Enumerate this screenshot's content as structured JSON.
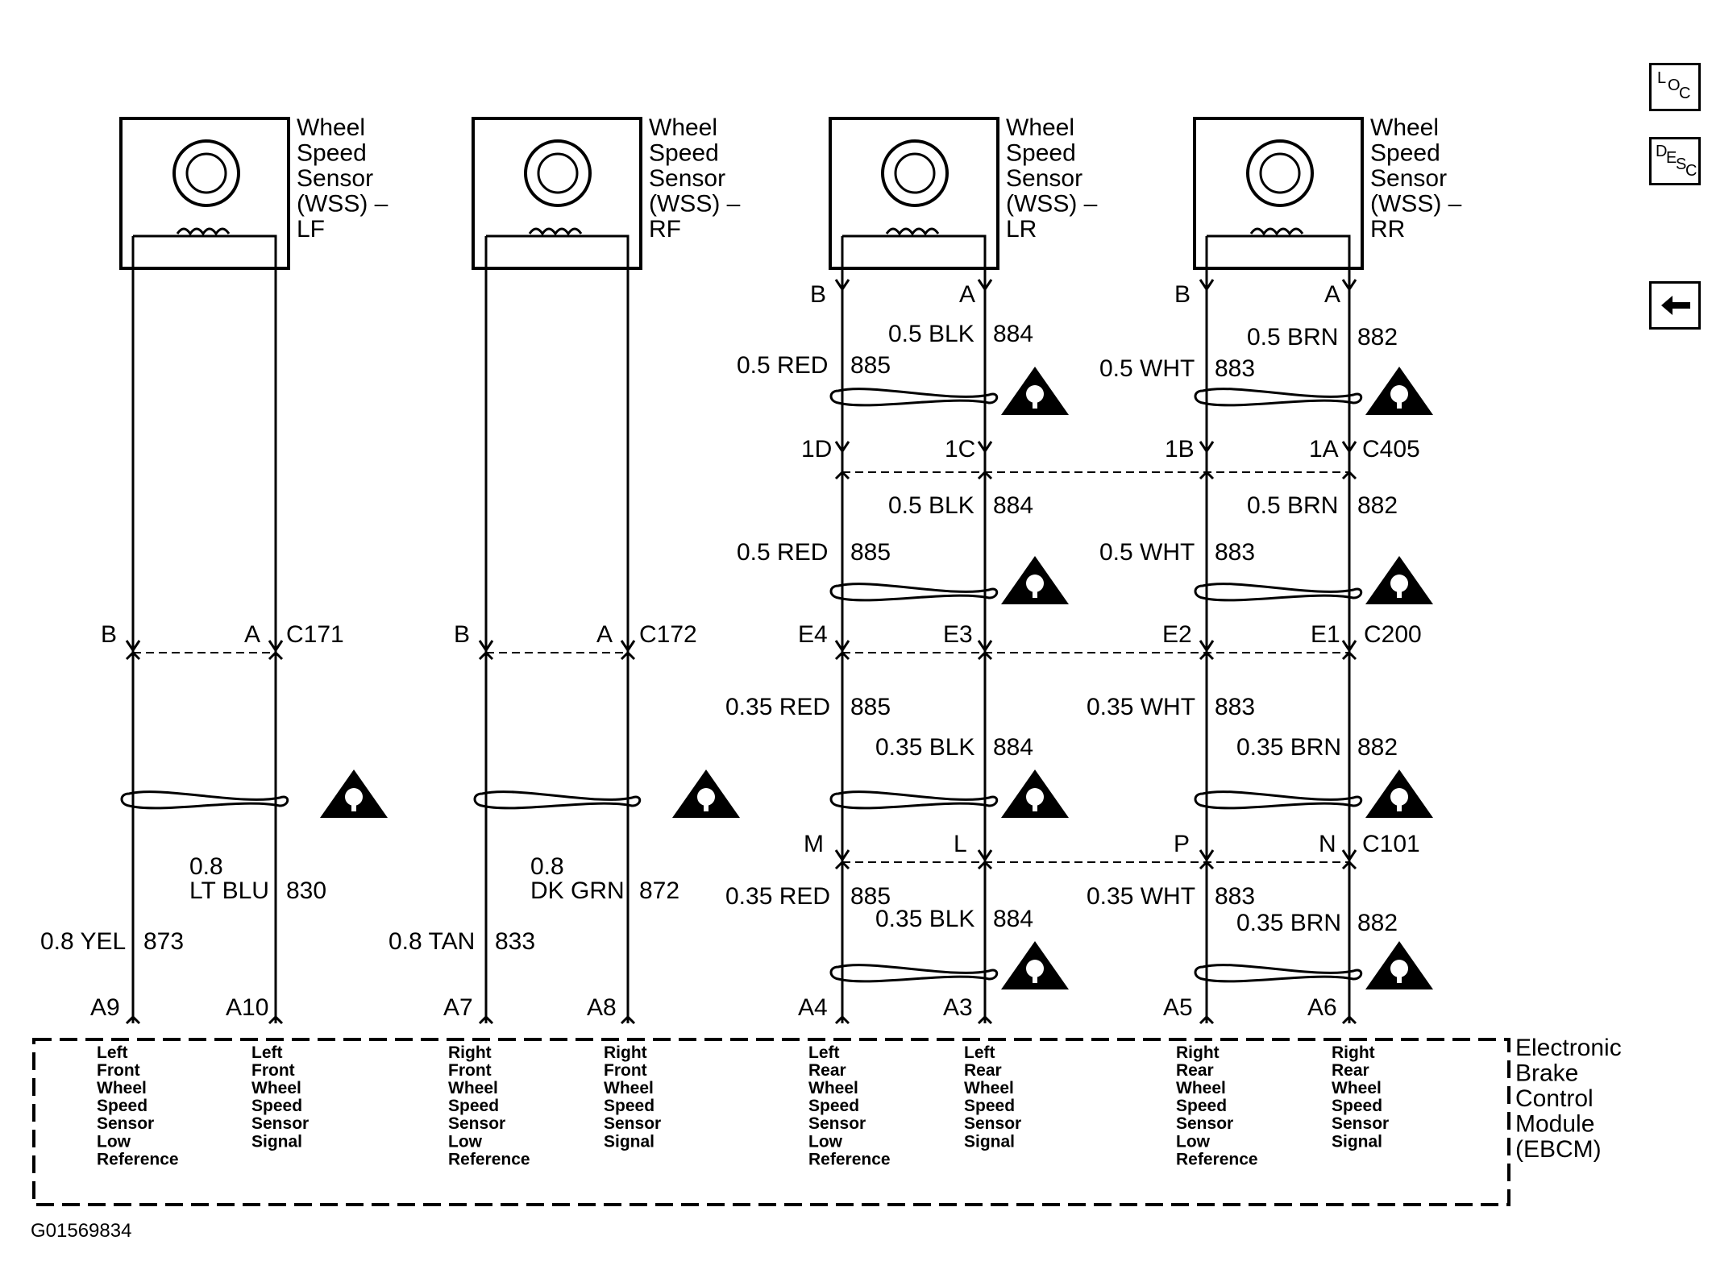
{
  "sensors": [
    {
      "label": "Wheel\nSpeed\nSensor\n(WSS) –\nLF"
    },
    {
      "label": "Wheel\nSpeed\nSensor\n(WSS) –\nRF"
    },
    {
      "label": "Wheel\nSpeed\nSensor\n(WSS) –\nLR"
    },
    {
      "label": "Wheel\nSpeed\nSensor\n(WSS) –\nRR"
    }
  ],
  "pins": {
    "lf_b": "B",
    "lf_a": "A",
    "c171": "C171",
    "rf_b": "B",
    "rf_a": "A",
    "c172": "C172",
    "lr_b": "B",
    "lr_a": "A",
    "rr_b": "B",
    "rr_a": "A",
    "p1d": "1D",
    "p1c": "1C",
    "p1b": "1B",
    "p1a": "1A",
    "c405": "C405",
    "e4": "E4",
    "e3": "E3",
    "e2": "E2",
    "e1": "E1",
    "c200": "C200",
    "m": "M",
    "l": "L",
    "p": "P",
    "n": "N",
    "c101": "C101",
    "a9": "A9",
    "a10": "A10",
    "a7": "A7",
    "a8": "A8",
    "a4": "A4",
    "a3": "A3",
    "a5": "A5",
    "a6": "A6"
  },
  "wires": {
    "lr_blk_1": "0.5 BLK",
    "lr_blk_1_n": "884",
    "lr_red_1": "0.5 RED",
    "lr_red_1_n": "885",
    "rr_brn_1": "0.5 BRN",
    "rr_brn_1_n": "882",
    "rr_wht_1": "0.5 WHT",
    "rr_wht_1_n": "883",
    "lr_blk_2": "0.5 BLK",
    "lr_blk_2_n": "884",
    "lr_red_2": "0.5 RED",
    "lr_red_2_n": "885",
    "rr_brn_2": "0.5 BRN",
    "rr_brn_2_n": "882",
    "rr_wht_2": "0.5 WHT",
    "rr_wht_2_n": "883",
    "lr_red_3": "0.35 RED",
    "lr_red_3_n": "885",
    "lr_blk_3": "0.35 BLK",
    "lr_blk_3_n": "884",
    "rr_wht_3": "0.35 WHT",
    "rr_wht_3_n": "883",
    "rr_brn_3": "0.35 BRN",
    "rr_brn_3_n": "882",
    "lr_red_4": "0.35 RED",
    "lr_red_4_n": "885",
    "lr_blk_4": "0.35 BLK",
    "lr_blk_4_n": "884",
    "rr_wht_4": "0.35 WHT",
    "rr_wht_4_n": "883",
    "rr_brn_4": "0.35 BRN",
    "rr_brn_4_n": "882",
    "lf_blu_a": "0.8",
    "lf_blu_b": "LT BLU",
    "lf_blu_n": "830",
    "lf_yel": "0.8 YEL",
    "lf_yel_n": "873",
    "rf_grn_a": "0.8",
    "rf_grn_b": "DK GRN",
    "rf_grn_n": "872",
    "rf_tan": "0.8 TAN",
    "rf_tan_n": "833"
  },
  "module_pins": [
    "Left\nFront\nWheel\nSpeed\nSensor\nLow\nReference",
    "Left\nFront\nWheel\nSpeed\nSensor\nSignal",
    "Right\nFront\nWheel\nSpeed\nSensor\nLow\nReference",
    "Right\nFront\nWheel\nSpeed\nSensor\nSignal",
    "Left\nRear\nWheel\nSpeed\nSensor\nLow\nReference",
    "Left\nRear\nWheel\nSpeed\nSensor\nSignal",
    "Right\nRear\nWheel\nSpeed\nSensor\nLow\nReference",
    "Right\nRear\nWheel\nSpeed\nSensor\nSignal"
  ],
  "module_name": "Electronic\nBrake\nControl\nModule\n(EBCM)",
  "figure_id": "G01569834",
  "buttons": {
    "loc": [
      "L",
      "O",
      "C"
    ],
    "desc": [
      "D",
      "E",
      "S",
      "C"
    ]
  }
}
